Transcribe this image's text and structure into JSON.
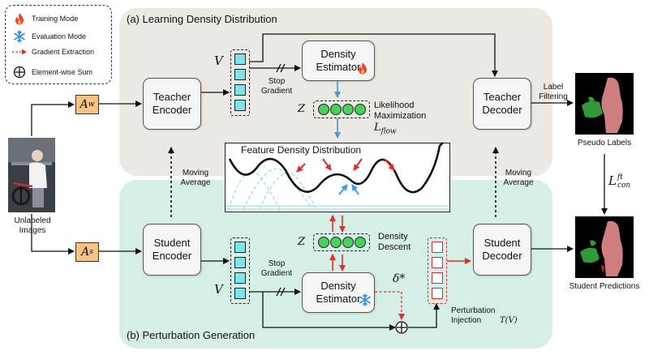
{
  "panels": {
    "top_title": "(a) Learning Density Distribution",
    "bottom_title": "(b) Perturbation Generation"
  },
  "legend": {
    "training_mode": "Training Mode",
    "evaluation_mode": "Evaluation Mode",
    "gradient_extraction": "Gradient Extraction",
    "elementwise_sum": "Element-wise Sum"
  },
  "images": {
    "input_label": "Unlabeled Images",
    "pseudo_label": "Pseudo Labels",
    "student_pred_label": "Student Predictions"
  },
  "augment": {
    "weak": "A",
    "weak_sup": "w",
    "strong": "A",
    "strong_sup": "s"
  },
  "modules": {
    "teacher_encoder": "Teacher\nEncoder",
    "teacher_decoder": "Teacher\nDecoder",
    "student_encoder": "Student\nEncoder",
    "student_decoder": "Student\nDecoder",
    "density_estimator_top": "Density\nEstimator",
    "density_estimator_bot": "Density\nEstimator"
  },
  "labels": {
    "v_top": "V",
    "v_bot": "V",
    "z_top": "Z",
    "z_bot": "Z",
    "stop_gradient_top": "Stop\nGradient",
    "stop_gradient_bot": "Stop\nGradient",
    "likelihood": "Likelihood\nMaximization",
    "l_flow_main": "L",
    "l_flow_sub": "flow",
    "density_descent": "Density\nDescent",
    "moving_avg_left": "Moving\nAverage",
    "moving_avg_right": "Moving\nAverage",
    "label_filtering": "Label\nFiltering",
    "l_con_main": "L",
    "l_con_sub": "con",
    "l_con_sup": "ft",
    "delta": "δ*",
    "perturbation_injection": "Perturbation\nInjection",
    "t_v": "T(V)"
  },
  "density_plot": {
    "title": "Feature Density Distribution"
  },
  "colors": {
    "top_panel": "#ece8e3",
    "bottom_panel": "#d6efe6",
    "feature_cell": "#7fe3ec",
    "latent_dot": "#49d25a",
    "augment": "#f6c384",
    "red_arrow": "#e52a2a",
    "blue_arrow": "#3a9be0"
  },
  "icons": {
    "training": "flame-icon",
    "evaluation": "snowflake-icon",
    "sum": "circled-plus-icon"
  }
}
